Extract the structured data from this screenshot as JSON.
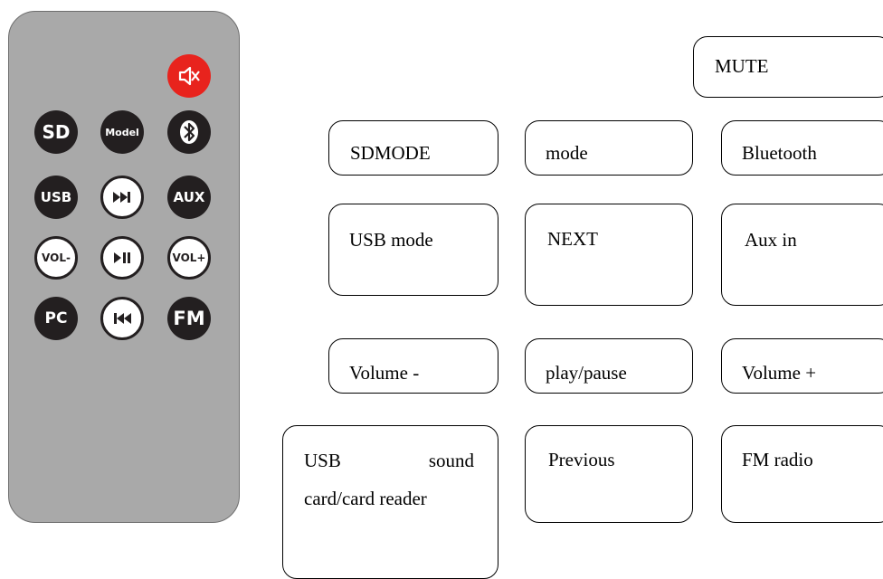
{
  "remote": {
    "buttons": {
      "mute": {
        "icon": "mute-speaker-icon",
        "color": "#e8231d"
      },
      "sd": {
        "label": "SD"
      },
      "model": {
        "label": "Model"
      },
      "bluetooth": {
        "icon": "bluetooth-icon"
      },
      "usb": {
        "label": "USB"
      },
      "next": {
        "icon": "next-track-icon"
      },
      "aux": {
        "label": "AUX"
      },
      "vol_down": {
        "label": "VOL-"
      },
      "play_pause": {
        "icon": "play-pause-icon"
      },
      "vol_up": {
        "label": "VOL+"
      },
      "pc": {
        "label": "PC"
      },
      "previous": {
        "icon": "previous-track-icon"
      },
      "fm": {
        "label": "FM"
      }
    }
  },
  "labels": {
    "mute": "MUTE",
    "sdmode": "SDMODE",
    "mode": "mode",
    "bluetooth": "Bluetooth",
    "usb_mode": "USB mode",
    "next": "NEXT",
    "aux_in": "Aux in",
    "volume_down": "Volume -",
    "play_pause": "play/pause",
    "volume_up": "Volume +",
    "usb_sound_word1": "USB",
    "usb_sound_word2": "sound",
    "usb_sound_line2": "card/card reader",
    "previous": "Previous",
    "fm_radio": "FM radio"
  }
}
